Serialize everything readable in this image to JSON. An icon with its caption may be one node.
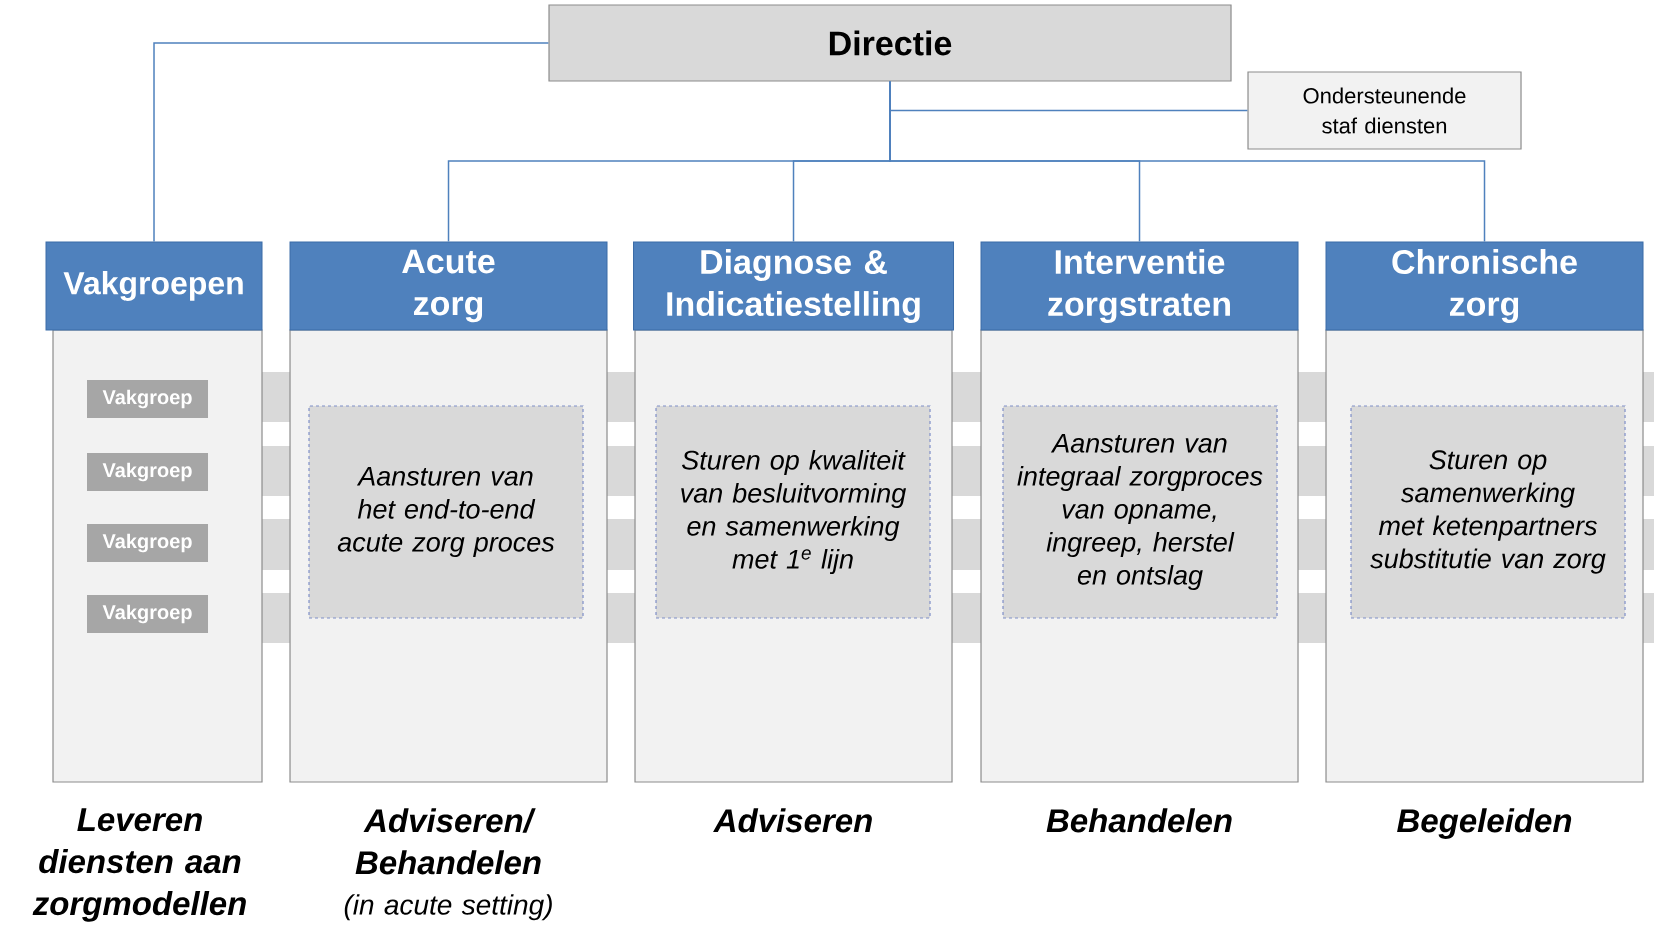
{
  "diagram": {
    "nodes": [
      {
        "text": [
          "Directie"
        ]
      },
      {
        "text": [
          "Ondersteunende staf diensten"
        ]
      },
      {
        "text": [
          "Vakgroepen"
        ],
        "beside": [
          "Leveren diensten aan zorgmodellen"
        ]
      },
      {
        "text": [
          "Vakgroep"
        ],
        "in": 2
      },
      {
        "text": [
          "Vakgroep"
        ],
        "in": 2
      },
      {
        "text": [
          "Vakgroep"
        ],
        "in": 2
      },
      {
        "text": [
          "Vakgroep"
        ],
        "in": 2
      },
      {
        "text": [
          "Acute zorg"
        ],
        "beside": [
          "Adviseren/ Behandelen",
          "(in acute setting)"
        ]
      },
      {
        "text": [
          "Aansturen van het end-to-end acute zorg proces"
        ],
        "in": 7
      },
      {
        "text": [
          "Diagnose & Indicatiestelling"
        ],
        "beside": [
          "Adviseren"
        ]
      },
      {
        "text": [
          "Sturen op kwaliteit van besluitvorming en samenwerking met 1$^{e}$ lijn"
        ],
        "in": 9
      },
      {
        "text": [
          "Interventie zorgstraten"
        ],
        "beside": [
          "Behandelen"
        ]
      },
      {
        "text": [
          "Aansturen van integraal zorgproces van opname, ingreep, herstel en ontslag"
        ],
        "in": 11
      },
      {
        "text": [
          "Chronische zorg"
        ],
        "beside": [
          "Begeleiden"
        ]
      },
      {
        "text": [
          "Sturen op samenwerking met ketenpartners substitutie van zorg"
        ],
        "in": 13
      }
    ],
    "edges": [
      {
        "from": 0,
        "to": 1,
        "arrow": "none"
      },
      {
        "from": 0,
        "to": 2,
        "arrow": "none"
      },
      {
        "from": 0,
        "to": 7,
        "arrow": "none"
      },
      {
        "from": 0,
        "to": 9,
        "arrow": "none"
      },
      {
        "from": 0,
        "to": 11,
        "arrow": "none"
      },
      {
        "from": 0,
        "to": 13,
        "arrow": "none"
      }
    ]
  }
}
